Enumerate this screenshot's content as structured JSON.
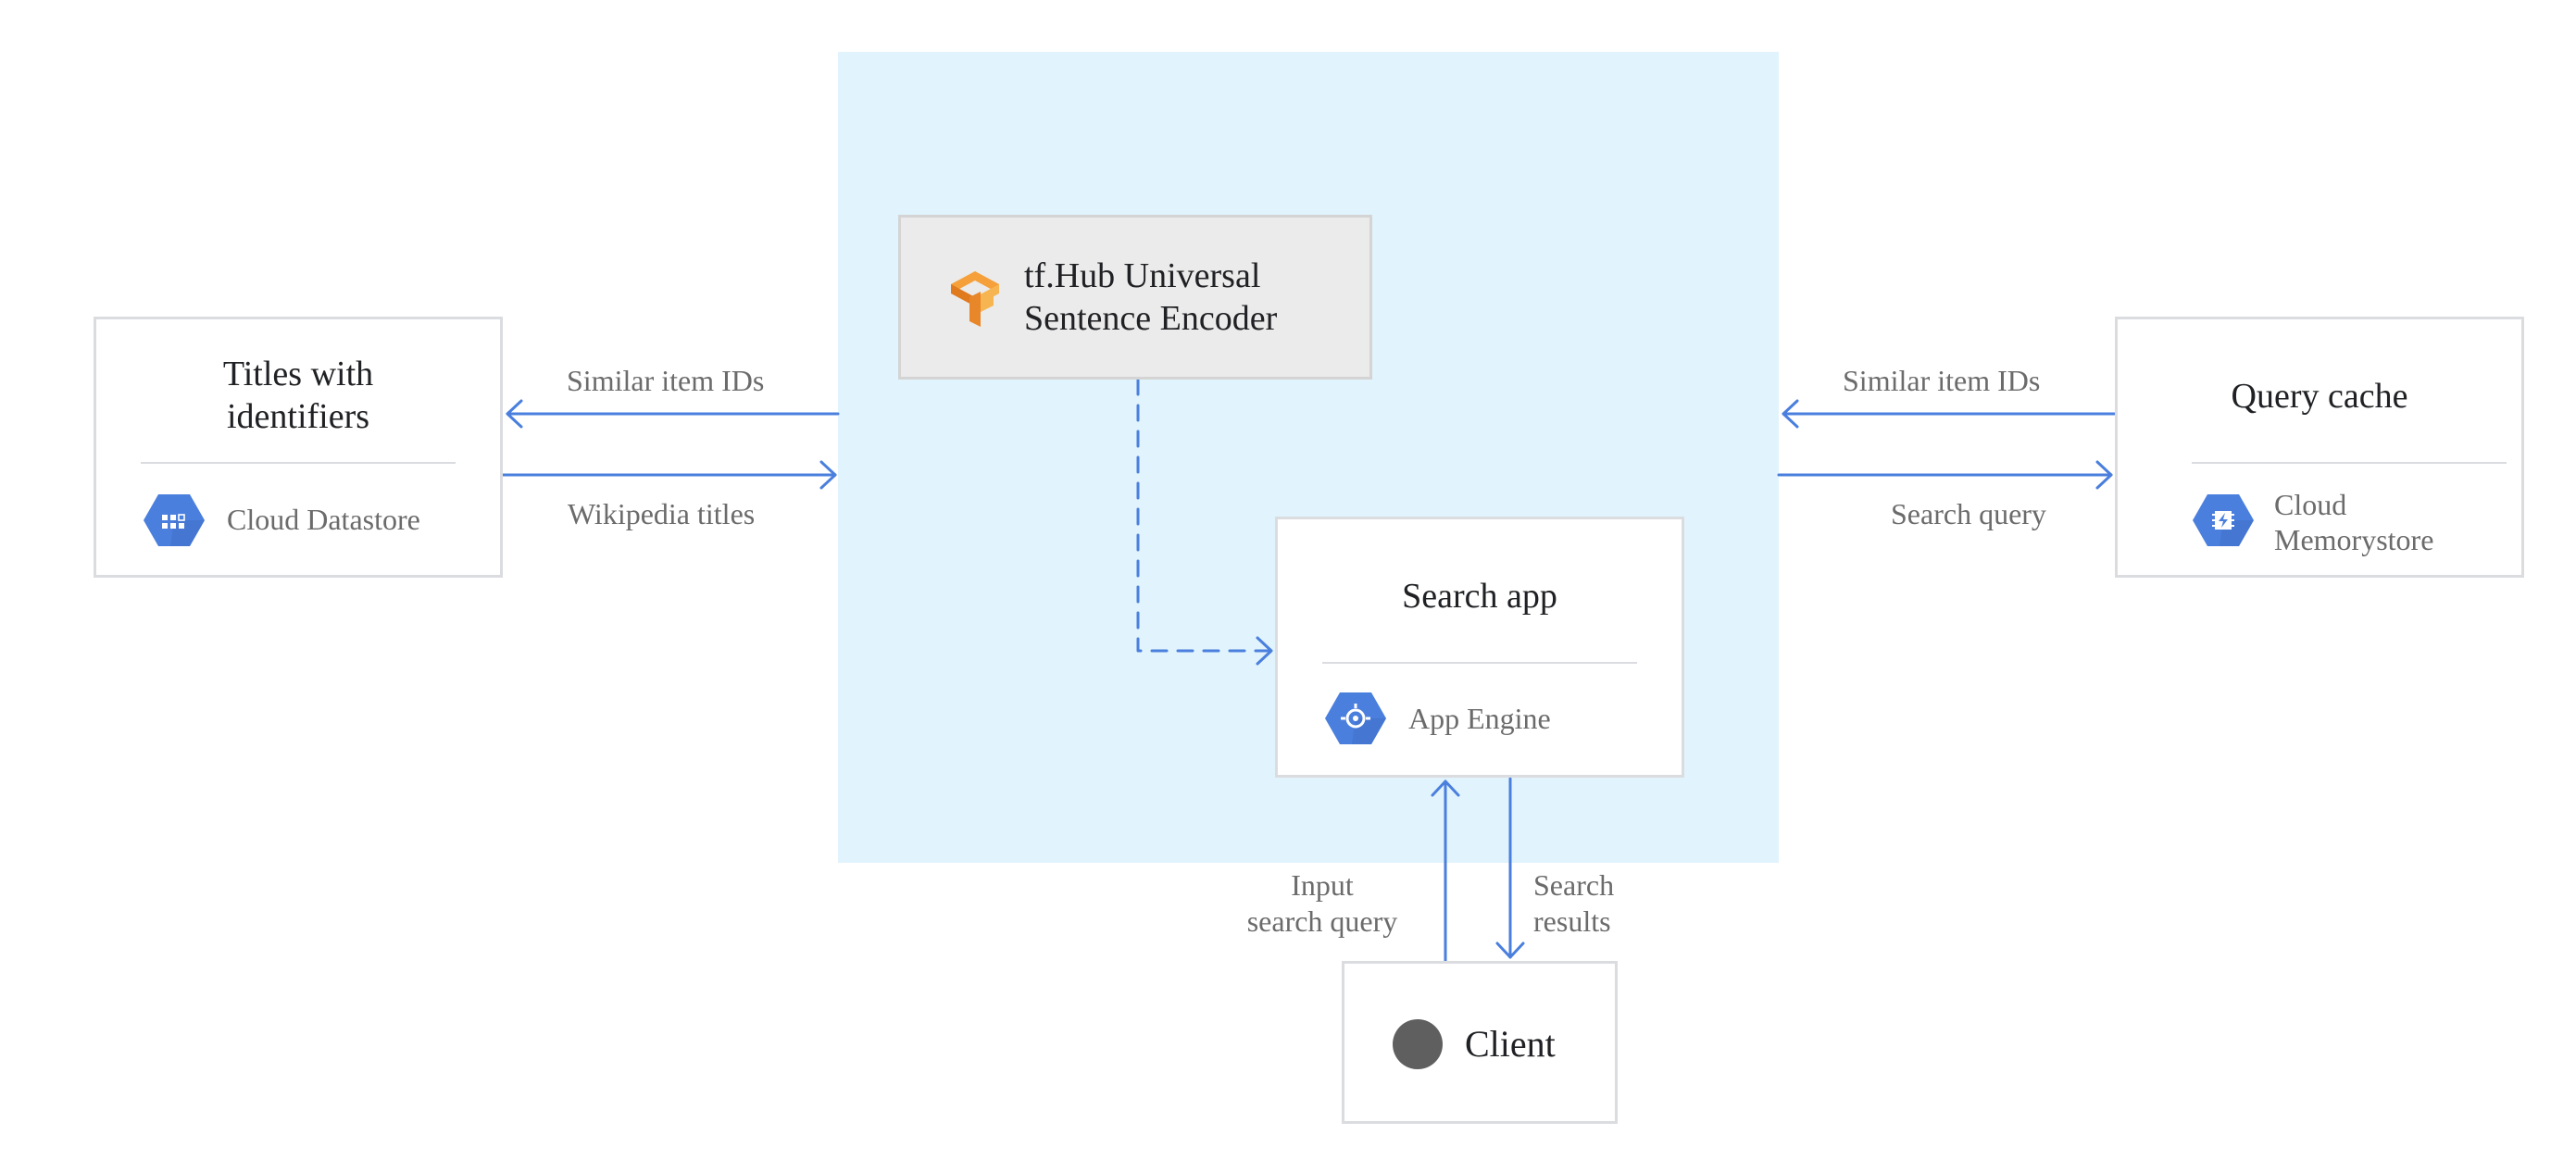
{
  "colors": {
    "region": "#e1f3fc",
    "arrow": "#4a7fde",
    "gcp_icon": "#4a7fde",
    "tensorflow_orange": "#f0932e",
    "client_dot": "#5f5f5f"
  },
  "nodes": {
    "titles": {
      "title": "Titles with\nidentifiers",
      "service": "Cloud Datastore",
      "icon": "cloud-datastore-icon"
    },
    "encoder": {
      "title": "tf.Hub Universal\nSentence Encoder",
      "icon": "tensorflow-icon"
    },
    "search_app": {
      "title": "Search app",
      "service": "App Engine",
      "icon": "app-engine-icon"
    },
    "query_cache": {
      "title": "Query cache",
      "service": "Cloud\nMemorystore",
      "icon": "cloud-memorystore-icon"
    },
    "client": {
      "title": "Client",
      "icon": "client-dot-icon"
    }
  },
  "edges": {
    "left_top": "Similar item IDs",
    "left_bottom": "Wikipedia titles",
    "right_top": "Similar item IDs",
    "right_bottom": "Search query",
    "client_up": "Input\nsearch query",
    "client_down": "Search\nresults"
  }
}
